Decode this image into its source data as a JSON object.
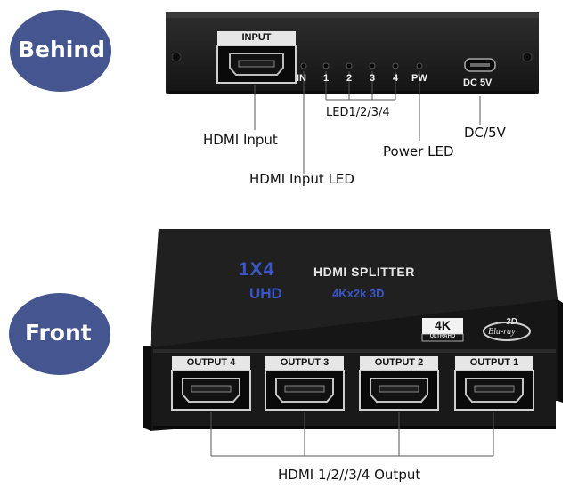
{
  "badges": {
    "behind": "Behind",
    "front": "Front",
    "color": "#44558f"
  },
  "rear_panel": {
    "input_label": "INPUT",
    "in_label": "IN",
    "led_numbers": [
      "1",
      "2",
      "3",
      "4"
    ],
    "pw_label": "PW",
    "dc_label": "DC 5V"
  },
  "front_panel": {
    "title_main": "1X4",
    "title_sub": "HDMI SPLITTER",
    "uhd": "UHD",
    "spec": "4Kx2k 3D",
    "logo_4k": "4K",
    "logo_4k_sub": "ULTRAHD",
    "logo_3d": "3D",
    "logo_bluray": "Blu-ray",
    "outputs": [
      "OUTPUT 4",
      "OUTPUT 3",
      "OUTPUT 2",
      "OUTPUT 1"
    ]
  },
  "callouts": {
    "hdmi_input": "HDMI Input",
    "led_group": "LED1/2/3/4",
    "power_led": "Power LED",
    "dc": "DC/5V",
    "hdmi_input_led": "HDMI Input LED",
    "hdmi_output": "HDMI 1/2//3/4 Output"
  },
  "colors": {
    "device_body": "#1c1c1c",
    "accent_blue": "#3a55c8"
  }
}
